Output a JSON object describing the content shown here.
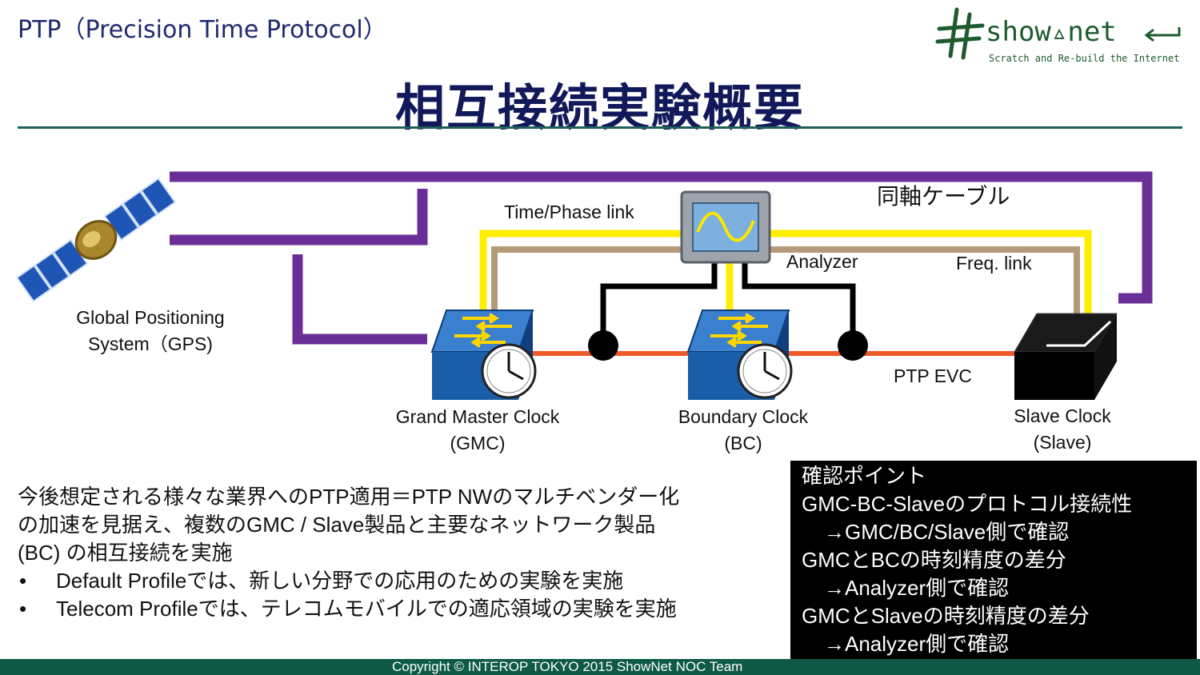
{
  "header": {
    "label": "PTP（Precision Time Protocol）",
    "title": "相互接続実験概要"
  },
  "logo": {
    "text": "show▵net",
    "tagline": "Scratch and Re-build the Internet"
  },
  "diagram": {
    "gps": [
      "Global Positioning",
      "System（GPS)"
    ],
    "coax": "同軸ケーブル",
    "time_phase_link": "Time/Phase link",
    "analyzer": "Analyzer",
    "freq_link": "Freq. link",
    "ptp_evc": "PTP EVC",
    "gmc": [
      "Grand Master Clock",
      "(GMC)"
    ],
    "bc": [
      "Boundary Clock",
      "(BC)"
    ],
    "slave": [
      "Slave Clock",
      "(Slave)"
    ],
    "colors": {
      "coax": "#6a2f96",
      "time_phase": "#ffee00",
      "freq": "#b49a78",
      "ptp": "#f05a28",
      "analyzer_line": "#000000",
      "switch_blue": "#1a5da8"
    }
  },
  "description": {
    "lines": [
      "今後想定される様々な業界へのPTP適用＝PTP NWのマルチベンダー化",
      "の加速を見据え、複数のGMC / Slave製品と主要なネットワーク製品",
      "(BC) の相互接続を実施"
    ],
    "bullets": [
      "Default Profileでは、新しい分野での応用のための実験を実施",
      "Telecom Profileでは、テレコムモバイルでの適応領域の実験を実施"
    ]
  },
  "check_points": {
    "title": "確認ポイント",
    "items": [
      {
        "text": "GMC-BC-Slaveのプロトコル接続性",
        "sub": "→GMC/BC/Slave側で確認"
      },
      {
        "text": "GMCとBCの時刻精度の差分",
        "sub": "→Analyzer側で確認"
      },
      {
        "text": "GMCとSlaveの時刻精度の差分",
        "sub": "→Analyzer側で確認"
      }
    ]
  },
  "footer": {
    "copyright": "Copyright © INTEROP TOKYO 2015 ShowNet NOC Team"
  }
}
